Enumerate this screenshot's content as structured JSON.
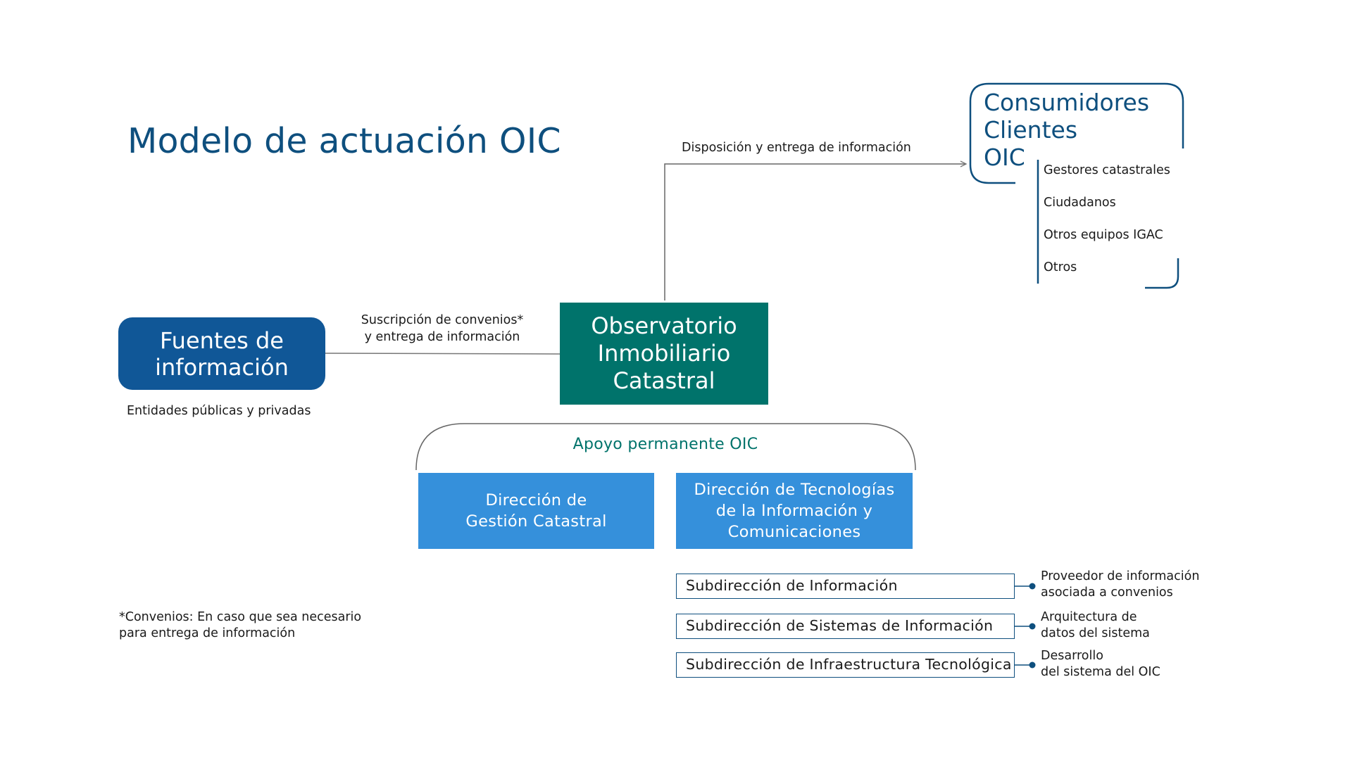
{
  "title": "Modelo de actuación OIC",
  "colors": {
    "title_blue": "#0e4f7e",
    "fuentes_blue": "#105797",
    "oic_teal": "#00736b",
    "support_blue": "#3590db",
    "line_gray": "#666666"
  },
  "fuentes": {
    "lines": [
      "Fuentes de",
      "información"
    ],
    "caption": "Entidades públicas y privadas"
  },
  "connector_fuentes_oic": {
    "lines": [
      "Suscripción de convenios*",
      "y entrega de información"
    ]
  },
  "oic": {
    "lines": [
      "Observatorio",
      "Inmobiliario",
      "Catastral"
    ]
  },
  "connector_oic_consumidores": {
    "label": "Disposición y entrega de información"
  },
  "consumidores": {
    "title_lines": [
      "Consumidores",
      "Clientes",
      "OIC"
    ],
    "items": [
      "Gestores catastrales",
      "Ciudadanos",
      "Otros equipos IGAC",
      "Otros"
    ]
  },
  "apoyo": {
    "label": "Apoyo permanente OIC",
    "direcciones": [
      {
        "lines": [
          "Dirección de",
          "Gestión Catastral"
        ]
      },
      {
        "lines": [
          "Dirección de Tecnologías",
          "de la Información y",
          "Comunicaciones"
        ]
      }
    ]
  },
  "subdirecciones": [
    {
      "name": "Subdirección de Información",
      "desc": [
        "Proveedor de información",
        "asociada a convenios"
      ]
    },
    {
      "name": "Subdirección de Sistemas de Información",
      "desc": [
        "Arquitectura de",
        "datos del sistema"
      ]
    },
    {
      "name": "Subdirección de Infraestructura Tecnológica",
      "desc": [
        "Desarrollo",
        "del sistema del OIC"
      ]
    }
  ],
  "footnote": [
    "*Convenios: En caso que sea necesario",
    "para entrega de información"
  ]
}
